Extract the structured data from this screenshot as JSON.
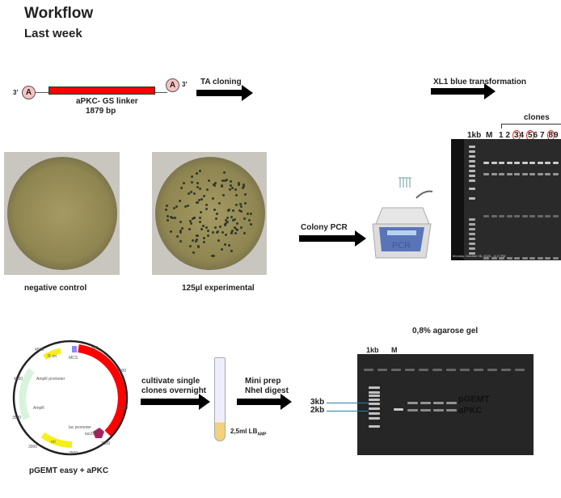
{
  "title": "Workflow",
  "subtitle": "Last week",
  "insert": {
    "left_end": "3'",
    "right_end": "3'",
    "overhang": "A",
    "name": "aPKC- GS linker",
    "size": "1879 bp"
  },
  "steps": {
    "ta_cloning": "TA cloning",
    "transformation": "XL1 blue transformation",
    "colony_pcr": "Colony PCR",
    "cultivate_line1": "cultivate single",
    "cultivate_line2": "clones overnight",
    "miniprep_line1": "Mini prep",
    "miniprep_line2": "NheI digest"
  },
  "plates": {
    "negative": "negative control",
    "experimental": "125µl experimental"
  },
  "pcr_machine": {
    "label": "PCR"
  },
  "gel1": {
    "clones_label": "clones",
    "ladder": "1kb",
    "marker": "M",
    "lanes": [
      "1",
      "2",
      "3",
      "4",
      "5",
      "6",
      "7",
      "8",
      "9"
    ],
    "circled": [
      "3",
      "5",
      "8"
    ],
    "footer": "Monday, October 06, 2025 - 4:17 PM"
  },
  "plasmid": {
    "name": "pGEMT easy + aPKC",
    "features": [
      "MCS",
      "aPKC",
      "lac promoter",
      "lacZα",
      "ori",
      "AmpR",
      "AmpR promoter",
      "f1 ori"
    ],
    "ticks": [
      "500",
      "1000",
      "1500",
      "2000",
      "2500",
      "3000",
      "3500",
      "4000",
      "4500"
    ]
  },
  "tube": {
    "label": "2,5ml LB",
    "subscript": "AMP"
  },
  "gel2": {
    "title": "0,8% agarose gel",
    "ladder": "1kb",
    "marker": "M",
    "marker_3kb": "3kb",
    "marker_2kb": "2kb",
    "band_upper": "pGEMT",
    "band_lower": "aPKC"
  },
  "colors": {
    "insert": "#ff0000",
    "arrow": "#000000",
    "marker_line": "#2a7fa8"
  }
}
